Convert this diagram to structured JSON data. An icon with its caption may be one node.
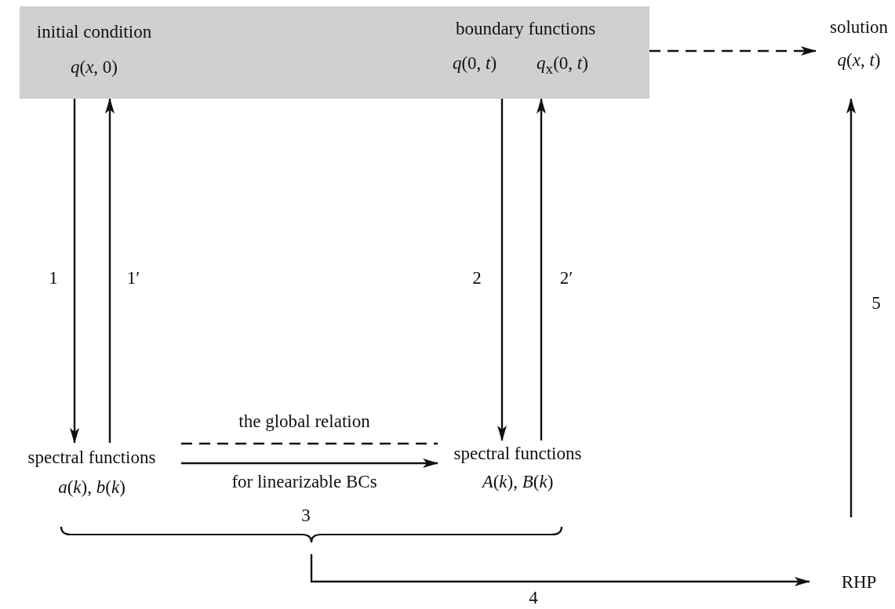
{
  "diagram": {
    "nodes": [
      {
        "text": [],
        "shape": "box"
      },
      {
        "text": [
          "initial condition",
          "*q*(*x*, 0)"
        ],
        "in": 0
      },
      {
        "text": [
          "boundary  functions",
          "*q*(0, *t*)",
          "*q*$_{x}$(0, *t*)"
        ],
        "in": 0
      },
      {
        "text": [
          "solution",
          "*q*(*x*, *t*)"
        ]
      },
      {
        "text": [
          "spectral functions",
          "*a*(*k*), *b*(*k*)"
        ]
      },
      {
        "text": [
          "spectral functions",
          "*A*(*k*), *B*(*k*)"
        ]
      },
      {
        "text": [
          "RHP"
        ]
      }
    ],
    "edges": [
      {
        "from": 0,
        "to": 3,
        "arrow": "to",
        "style": "dashed"
      },
      {
        "from": 1,
        "to": 4,
        "arrow": "to",
        "label": "1"
      },
      {
        "from": 4,
        "to": 1,
        "arrow": "to",
        "label": "1′"
      },
      {
        "from": 2,
        "to": 5,
        "arrow": "to",
        "label": "2"
      },
      {
        "from": 5,
        "to": 2,
        "arrow": "to",
        "label": "2′"
      },
      {
        "from": 4,
        "to": 5,
        "arrow": "none",
        "style": "dashed",
        "label": "the global relation"
      },
      {
        "from": 4,
        "to": 5,
        "arrow": "to",
        "label": "for  linearizable BCs"
      },
      {
        "from": null,
        "to": 6,
        "arrow": "to",
        "label": "4"
      },
      {
        "from": 6,
        "to": 3,
        "arrow": "to",
        "label": "5"
      }
    ],
    "labels": [
      "3"
    ]
  }
}
